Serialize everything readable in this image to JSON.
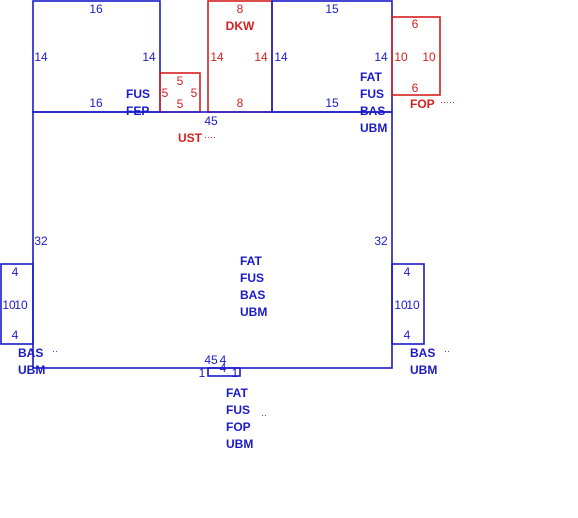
{
  "colors": {
    "blue": "#1a1acc",
    "red": "#d42020"
  },
  "rooms": {
    "top_left": {
      "top": "16",
      "left": "14",
      "right": "14",
      "bottom": "16"
    },
    "small_fep": {
      "top": "5",
      "left": "5",
      "right": "5",
      "bottom": "5"
    },
    "dkw": {
      "top": "8",
      "label": "DKW",
      "left": "14",
      "right": "14",
      "bottom": "8"
    },
    "top_right": {
      "top": "15",
      "left": "14",
      "right": "14",
      "bottom": "15"
    },
    "fop_box": {
      "top": "6",
      "left": "10",
      "right": "10",
      "bottom": "6",
      "label": "FOP",
      "leader": "·····"
    },
    "main": {
      "top": "45",
      "left": "32",
      "right": "32",
      "bottom": "45",
      "bottom_tab": "4"
    },
    "left_side": {
      "top": "4",
      "left": "10",
      "right": "10",
      "bottom": "4"
    },
    "right_side": {
      "top": "4",
      "left": "10",
      "right": "10",
      "bottom": "4"
    },
    "bottom_tab": {
      "left": "1",
      "middle": "4",
      "right": "1"
    }
  },
  "labels": {
    "fus_fep": [
      "FUS",
      "FEP"
    ],
    "top_right_stack": [
      "FAT",
      "FUS",
      "BAS",
      "UBM"
    ],
    "ust": {
      "text": "UST",
      "leader": "····"
    },
    "main_center": [
      "FAT",
      "FUS",
      "BAS",
      "UBM"
    ],
    "left_bas": {
      "lines": [
        "BAS",
        "UBM"
      ],
      "leader": "··"
    },
    "right_bas": {
      "lines": [
        "BAS",
        "UBM"
      ],
      "leader": "··"
    },
    "bottom_stack": [
      "FAT",
      "FUS",
      "FOP",
      "UBM"
    ],
    "bottom_leader": "··"
  }
}
